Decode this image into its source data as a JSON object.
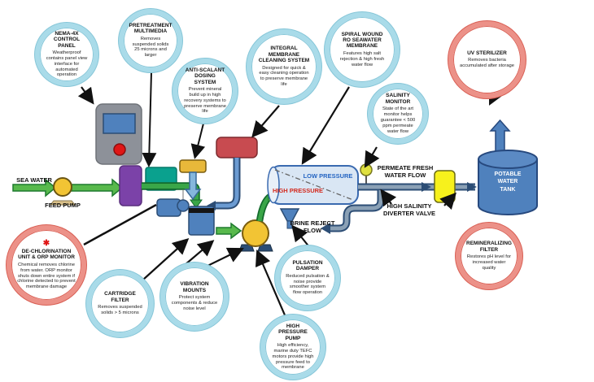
{
  "colors": {
    "ring_blue": "#a9dbe9",
    "ring_red": "#ec9188",
    "pipe_green": "#3aa648",
    "pipe_blue": "#4f81bd",
    "pipe_gray": "#8aa0b5",
    "low_pressure_text": "#2565c2",
    "high_pressure_text": "#d42a1e"
  },
  "callouts": [
    {
      "title": "NEMA-4X\nCONTROL PANEL",
      "desc": "Weatherproof contains panel view interface for automated operation"
    },
    {
      "title": "PRETREATMENT\nMULTIMEDIA",
      "desc": "Removes suspended solids 25 microns and larger"
    },
    {
      "title": "ANTI-SCALANT\nDOSING SYSTEM",
      "desc": "Prevent mineral build up in high recovery systems to preserve membrane life"
    },
    {
      "title": "INTEGRAL\nMEMBRANE\nCLEANING SYSTEM",
      "desc": "Designed for quick & easy cleaning operation to preserve membrane life"
    },
    {
      "title": "SPIRAL WOUND\nRO SEAWATER\nMEMBRANE",
      "desc": "Features high salt rejection & high fresh water flow"
    },
    {
      "title": "SALINITY\nMONITOR",
      "desc": "State of the art monitor helps guarantee < 500 ppm permeate water flow"
    },
    {
      "title": "UV STERILIZER",
      "desc": "Removes bacteria accumulated after storage"
    },
    {
      "title": "DE-CHLORINATION\nUNIT & ORP MONITOR",
      "desc": "Chemical removes chlorine from water. ORP monitor shuts down entire system if chlorine detected to prevent membrane damage",
      "badge": "✱"
    },
    {
      "title": "CARTRIDGE\nFILTER",
      "desc": "Removes suspended solids > 5 microns"
    },
    {
      "title": "VIBRATION\nMOUNTS",
      "desc": "Protect system components & reduce noise level"
    },
    {
      "title": "PULSATION\nDAMPER",
      "desc": "Reduced pulsation & noise provide smoother system flow operation"
    },
    {
      "title": "HIGH\nPRESSURE\nPUMP",
      "desc": "High efficiency, marine duty TEFC motors provide high pressure feed to membrane"
    },
    {
      "title": "REMINERALIZING\nFILTER",
      "desc": "Restores pH level for increased water quality"
    }
  ],
  "labels": {
    "sea_water": "SEA WATER",
    "feed_pump": "FEED PUMP",
    "low_pressure": "LOW PRESSURE",
    "high_pressure": "HIGH PRESSURE",
    "permeate": "PERMEATE FRESH\nWATER FLOW",
    "diverter_valve": "HIGH SALINITY\nDIVERTER VALVE",
    "brine": "BRINE REJECT\nFLOW",
    "tank": "POTABLE\nWATER\nTANK"
  }
}
